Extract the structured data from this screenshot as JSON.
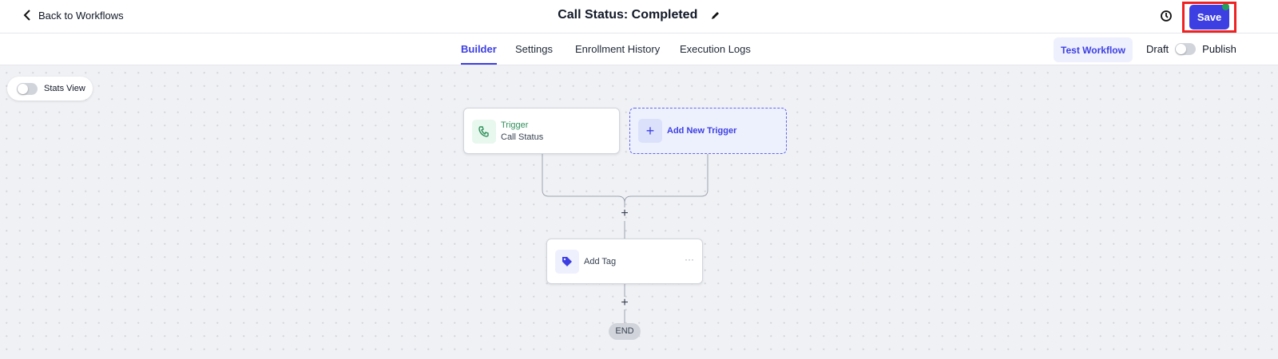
{
  "header": {
    "back_label": "Back to Workflows",
    "title": "Call Status: Completed",
    "save_label": "Save",
    "accent": "#3d3fe3"
  },
  "tabs": [
    {
      "label": "Builder",
      "active": true
    },
    {
      "label": "Settings"
    },
    {
      "label": "Enrollment History"
    },
    {
      "label": "Execution Logs"
    }
  ],
  "toolbar": {
    "test_label": "Test Workflow",
    "draft_label": "Draft",
    "publish_label": "Publish",
    "published": false
  },
  "canvas": {
    "stats_label": "Stats View",
    "stats_on": false,
    "trigger": {
      "type_label": "Trigger",
      "name": "Call Status"
    },
    "add_trigger_label": "Add New Trigger",
    "action": {
      "name": "Add Tag"
    },
    "end_label": "END"
  }
}
